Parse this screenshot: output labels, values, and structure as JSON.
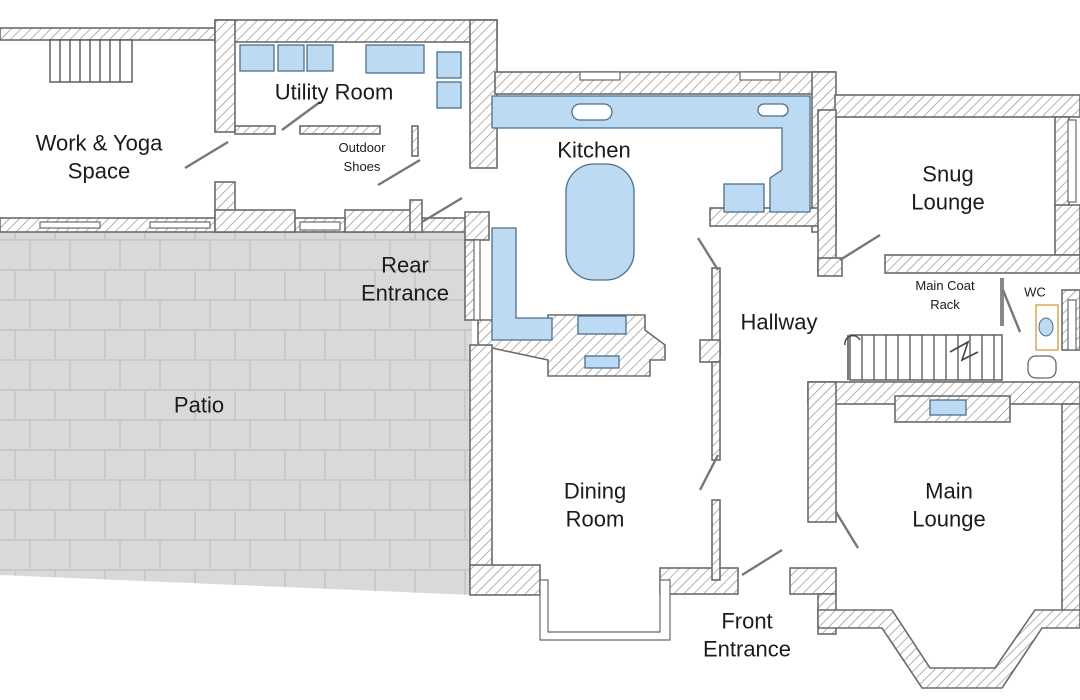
{
  "colors": {
    "wall_outline": "#6b6b6b",
    "fixture_fill": "#bcdaf2",
    "fixture_stroke": "#4a6f8d",
    "patio_fill": "#d9d9d9",
    "patio_joint": "#c9c9c9",
    "label_text": "#1b1b1b"
  },
  "rooms": {
    "work_yoga": {
      "line1": "Work & Yoga",
      "line2": "Space"
    },
    "utility": {
      "line1": "Utility Room"
    },
    "outdoor_shoes": {
      "line1": "Outdoor",
      "line2": "Shoes"
    },
    "kitchen": {
      "line1": "Kitchen"
    },
    "snug": {
      "line1": "Snug",
      "line2": "Lounge"
    },
    "rear_entrance": {
      "line1": "Rear",
      "line2": "Entrance"
    },
    "main_coat_rack": {
      "line1": "Main Coat",
      "line2": "Rack"
    },
    "wc": {
      "line1": "WC"
    },
    "hallway": {
      "line1": "Hallway"
    },
    "patio": {
      "line1": "Patio"
    },
    "dining": {
      "line1": "Dining",
      "line2": "Room"
    },
    "main_lounge": {
      "line1": "Main",
      "line2": "Lounge"
    },
    "front_entrance": {
      "line1": "Front",
      "line2": "Entrance"
    }
  }
}
